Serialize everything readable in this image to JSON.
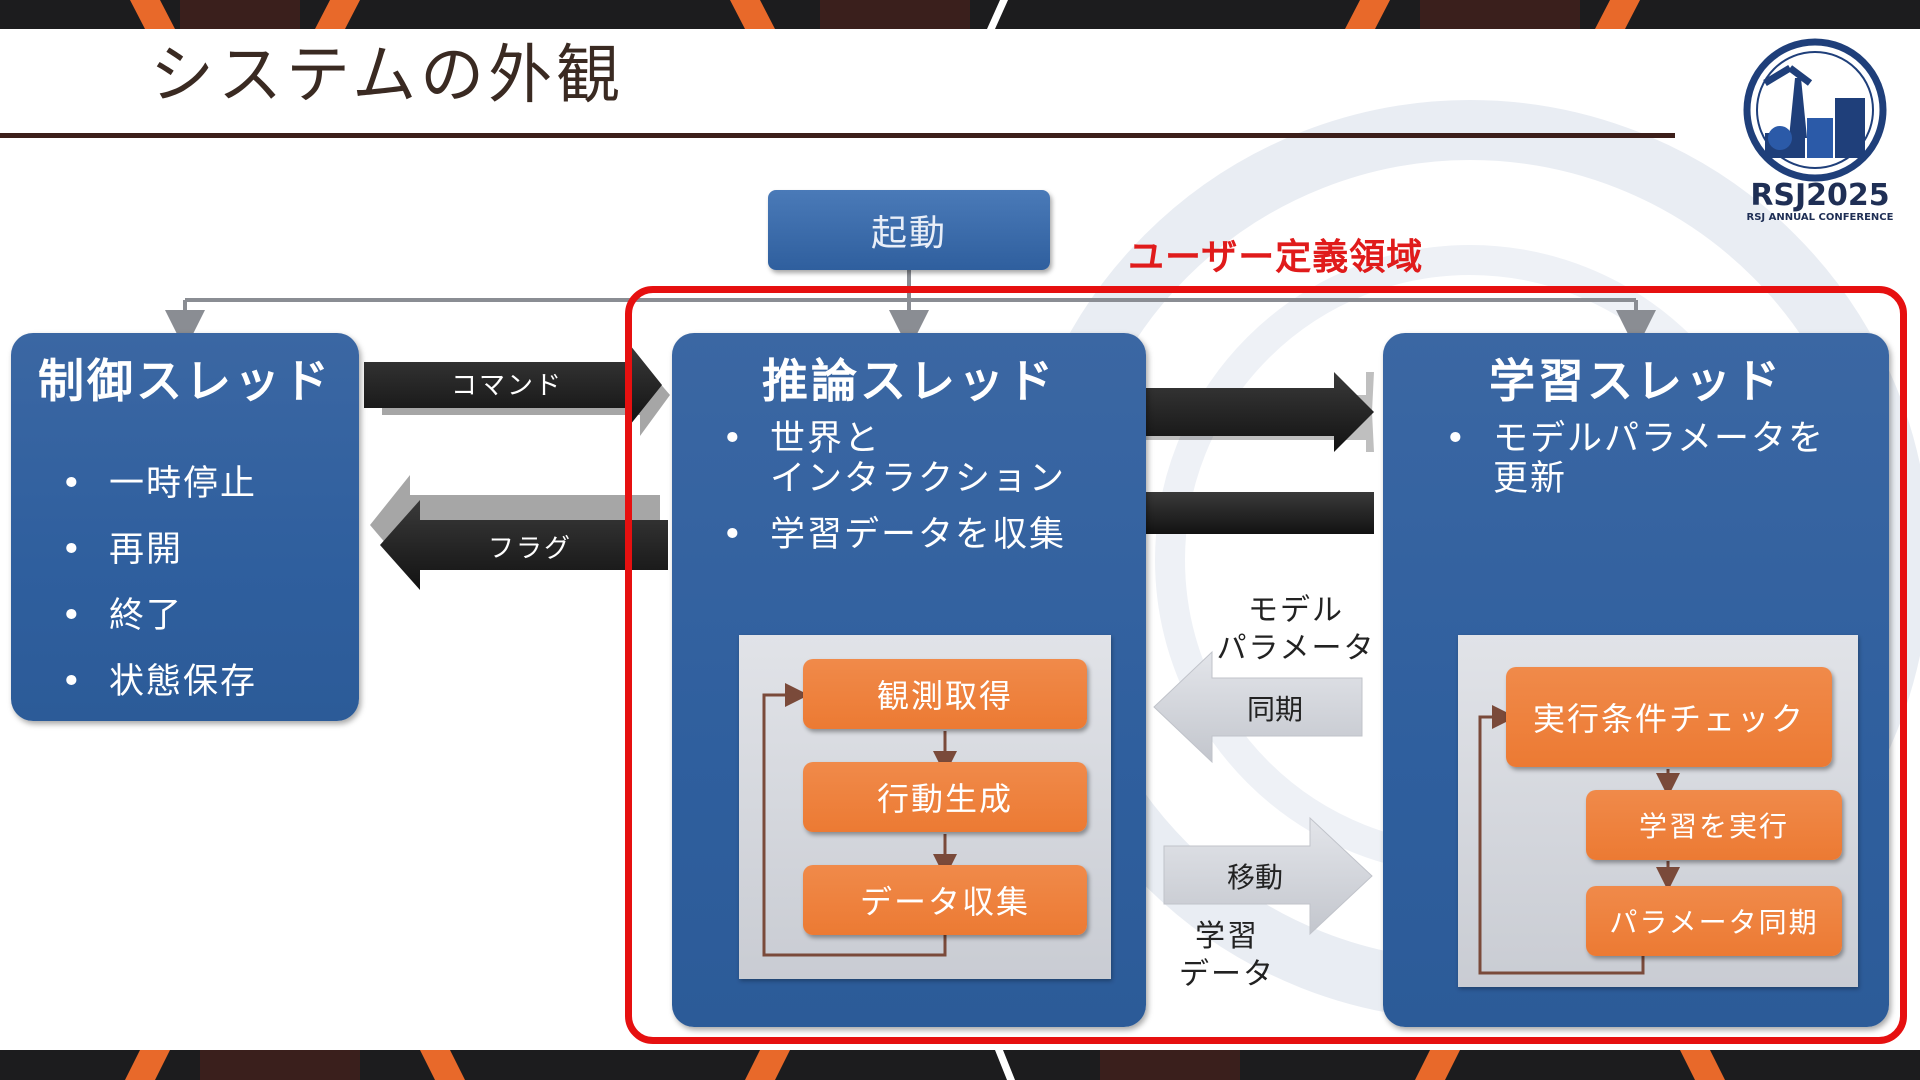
{
  "slide": {
    "title": "システムの外観",
    "user_region_label": "ユーザー定義領域",
    "start_label": "起動"
  },
  "control_thread": {
    "title": "制御スレッド",
    "items": [
      "一時停止",
      "再開",
      "終了",
      "状態保存"
    ]
  },
  "inference_thread": {
    "title": "推論スレッド",
    "items": [
      "世界と\nインタラクション",
      "学習データを収集"
    ],
    "loop": [
      "観測取得",
      "行動生成",
      "データ収集"
    ]
  },
  "learning_thread": {
    "title": "学習スレッド",
    "items": [
      "モデルパラメータを\n更新"
    ],
    "loop": [
      "実行条件チェック",
      "学習を実行",
      "パラメータ同期"
    ]
  },
  "arrows": {
    "command": "コマンド",
    "flag": "フラグ",
    "model_param": "モデル\nパラメータ",
    "sync": "同期",
    "move": "移動",
    "learning_data": "学習\nデータ"
  },
  "logo": {
    "text": "RSJ2025",
    "subtext": "RSJ ANNUAL CONFERENCE"
  }
}
